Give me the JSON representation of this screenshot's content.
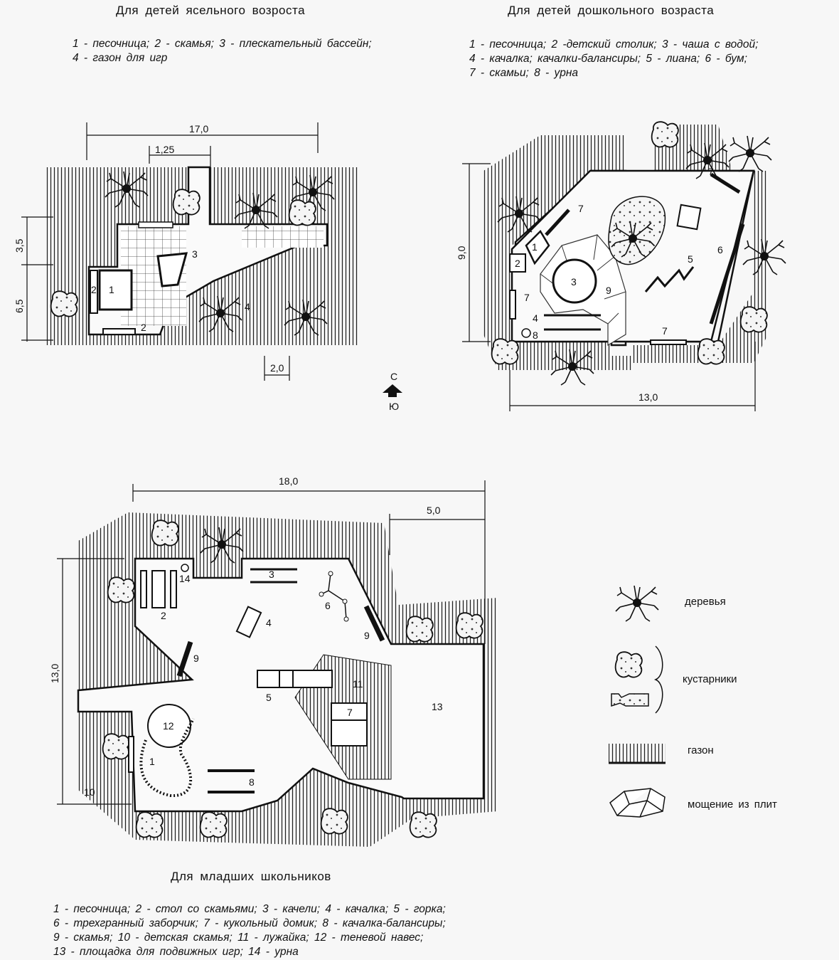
{
  "plan1": {
    "title": "Для детей ясельного возроста",
    "caption": [
      "1 - песочница;   2 - скамья;   3 - плескательный бассейн;",
      "4 - газон  для  игр"
    ],
    "dims": [
      "17,0",
      "1,25",
      "3,5",
      "6,5",
      "2,0"
    ],
    "labels": [
      "1",
      "2",
      "2",
      "3",
      "4"
    ]
  },
  "plan2": {
    "title": "Для детей дошкольного возраста",
    "caption": [
      "1 - песочница;   2 -детский  столик;   3 - чаша  с  водой;",
      "4 - качалка;  качалки-балансиры;   5 - лиана;   6 - бум;",
      "7 - скамьи;   8 - урна"
    ],
    "dims": [
      "9,0",
      "13,0"
    ],
    "labels": [
      "1",
      "2",
      "3",
      "4",
      "5",
      "6",
      "7",
      "7",
      "7",
      "7",
      "8",
      "9"
    ]
  },
  "compass": {
    "north": "С",
    "south": "Ю"
  },
  "plan3": {
    "title": "Для  младших  школьников",
    "caption": [
      "1 - песочница;  2 - стол  со  скамьями; 3 - качели;   4 - качалка;   5 - горка;",
      "6 - трехгранный  заборчик;  7 - кукольный  домик;  8 - качалка-балансиры;",
      "9 - скамья;   10 - детская  скамья;   11 - лужайка;   12 - теневой  навес;",
      "13 - площадка  для  подвижных  игр;   14 - урна"
    ],
    "dims": [
      "18,0",
      "5,0",
      "13,0"
    ],
    "labels": [
      "1",
      "2",
      "3",
      "4",
      "5",
      "6",
      "7",
      "8",
      "9",
      "9",
      "10",
      "11",
      "12",
      "13",
      "14"
    ]
  },
  "legend": {
    "trees": "деревья",
    "shrubs": "кустарники",
    "lawn": "газон",
    "paving": "мощение  из  плит"
  }
}
